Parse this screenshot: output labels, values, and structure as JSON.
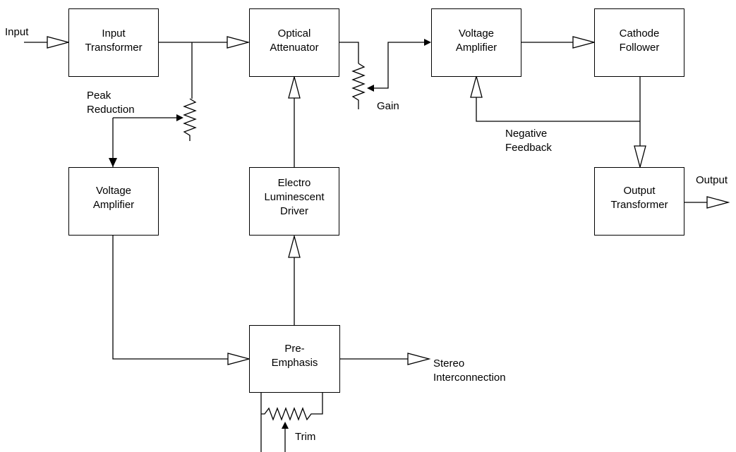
{
  "blocks": {
    "input_transformer": [
      "Input",
      "Transformer"
    ],
    "optical_attenuator": [
      "Optical",
      "Attenuator"
    ],
    "voltage_amplifier_top": [
      "Voltage",
      "Amplifier"
    ],
    "cathode_follower": [
      "Cathode",
      "Follower"
    ],
    "voltage_amplifier_left": [
      "Voltage",
      "Amplifier"
    ],
    "el_driver": [
      "Electro",
      "Luminescent",
      "Driver"
    ],
    "output_transformer": [
      "Output",
      "Transformer"
    ],
    "pre_emphasis": [
      "Pre-",
      "Emphasis"
    ]
  },
  "labels": {
    "input": "Input",
    "output": "Output",
    "peak_reduction": [
      "Peak",
      "Reduction"
    ],
    "gain": "Gain",
    "negative_feedback": [
      "Negative",
      "Feedback"
    ],
    "stereo_interconnection": [
      "Stereo",
      "Interconnection"
    ],
    "trim": "Trim"
  }
}
